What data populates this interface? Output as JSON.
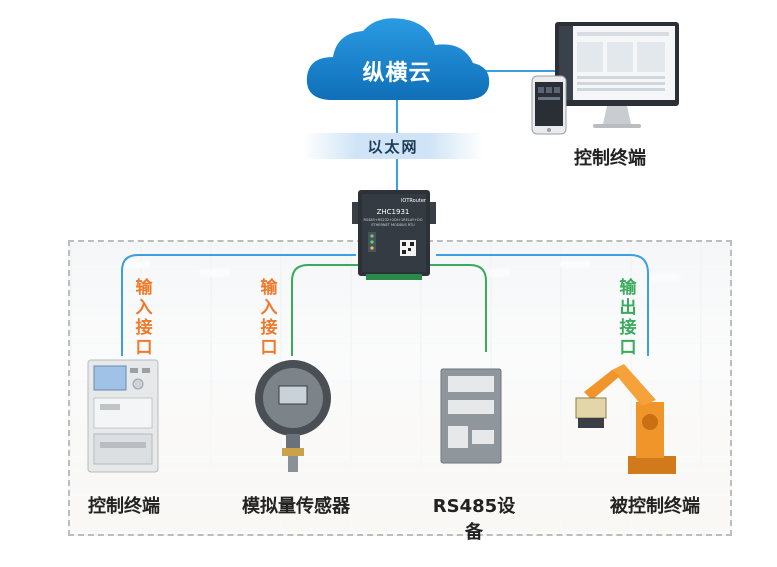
{
  "cloud": {
    "label": "纵横云"
  },
  "network": {
    "label": "以太网"
  },
  "control_terminal_top": {
    "label": "控制终端"
  },
  "gateway": {
    "model": "ZHC1931",
    "brand": "IOTRouter",
    "line1": "RS485+RS232+2DI+1RELAY+DO",
    "line2": "ETHERNET MODBUS RTU"
  },
  "interfaces": [
    {
      "label": "输入接口",
      "chars": [
        "输",
        "入",
        "接",
        "口"
      ],
      "color": "#ee7a2c"
    },
    {
      "label": "输入接口",
      "chars": [
        "输",
        "入",
        "接",
        "口"
      ],
      "color": "#ee7a2c"
    },
    {
      "label": "输出接口",
      "chars": [
        "输",
        "出",
        "接",
        "口"
      ],
      "color": "#3aaa5c"
    }
  ],
  "devices": [
    {
      "label": "控制终端"
    },
    {
      "label": "模拟量传感器"
    },
    {
      "label": "RS485设备"
    },
    {
      "label": "被控制终端"
    }
  ],
  "colors": {
    "cloud": "#1f8fd8",
    "blue_line": "#3b9fe0",
    "green_line": "#3aaa5c",
    "orange_text": "#ee7a2c",
    "green_text": "#3aaa5c"
  }
}
